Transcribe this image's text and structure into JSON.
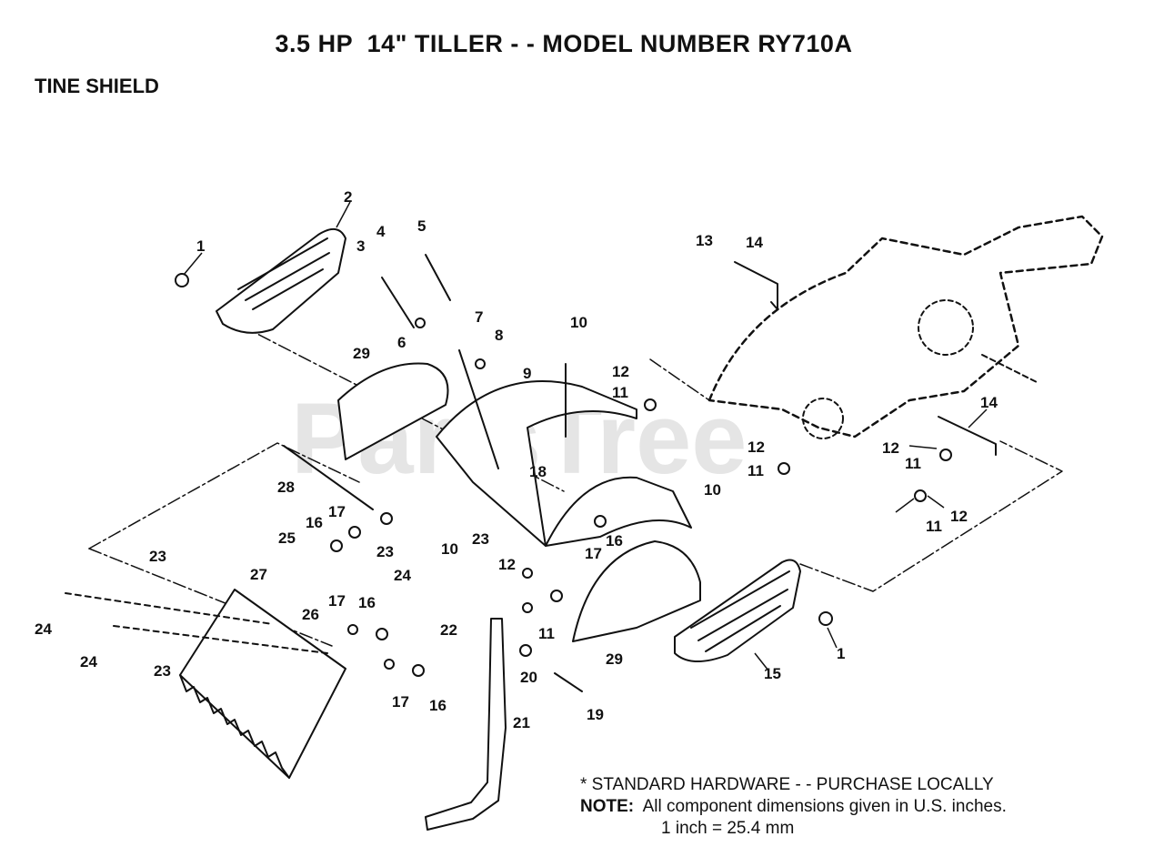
{
  "header": {
    "title": "3.5 HP  14\" TILLER - - MODEL NUMBER RY710A",
    "section": "TINE SHIELD"
  },
  "watermark": "PartsTree",
  "callouts": [
    "1",
    "2",
    "3",
    "4",
    "5",
    "6",
    "7",
    "8",
    "9",
    "10",
    "10",
    "10",
    "11",
    "11",
    "11",
    "11",
    "11",
    "12",
    "12",
    "12",
    "12",
    "12",
    "13",
    "14",
    "14",
    "15",
    "16",
    "16",
    "16",
    "16",
    "17",
    "17",
    "17",
    "17",
    "18",
    "19",
    "20",
    "21",
    "22",
    "23",
    "23",
    "23",
    "23",
    "24",
    "24",
    "24",
    "25",
    "26",
    "27",
    "28",
    "29",
    "29",
    "1"
  ],
  "footer": {
    "standard": "* STANDARD HARDWARE - - PURCHASE LOCALLY",
    "note_label": "NOTE:",
    "note_text": "All component dimensions given in U.S. inches.",
    "note_line2": "1 inch = 25.4 mm"
  }
}
